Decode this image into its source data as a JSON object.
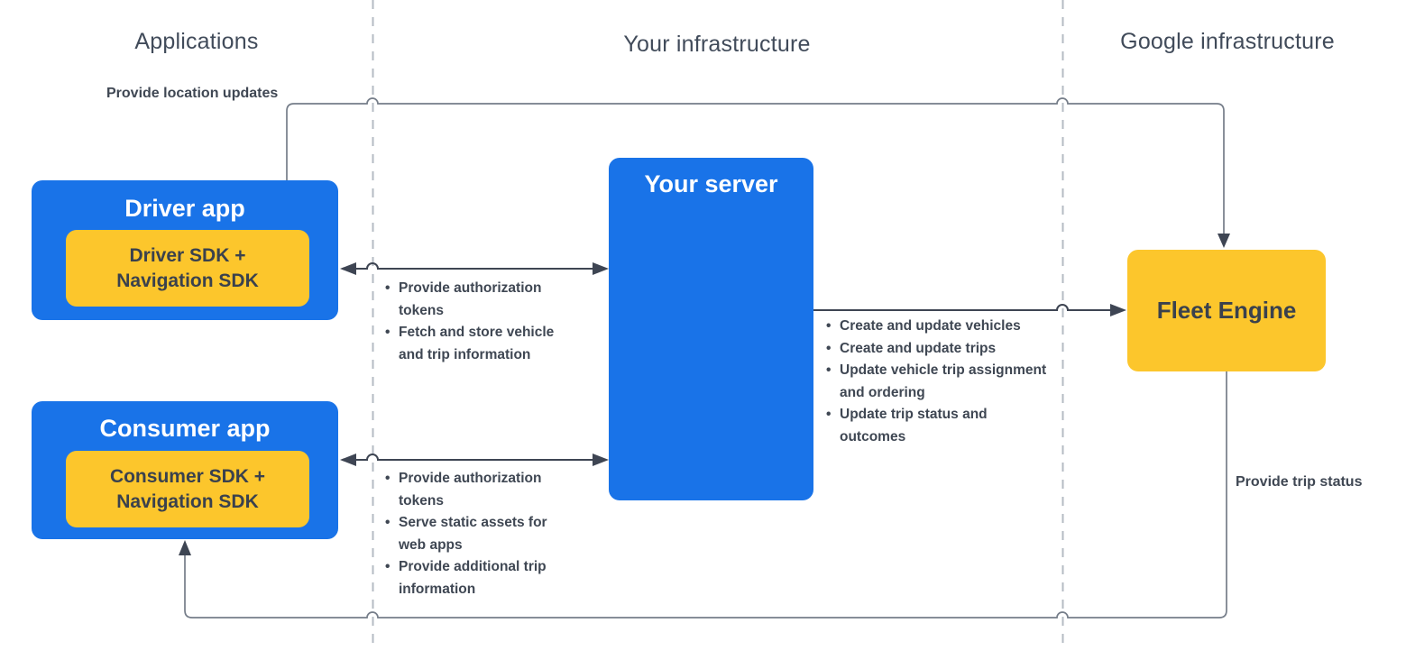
{
  "diagram": {
    "lanes": {
      "applications": {
        "label": "Applications"
      },
      "your_infrastructure": {
        "label": "Your infrastructure"
      },
      "google_infrastructure": {
        "label": "Google infrastructure"
      }
    },
    "nodes": {
      "driver_app": {
        "title": "Driver app",
        "sdk_label": "Driver SDK + Navigation SDK"
      },
      "consumer_app": {
        "title": "Consumer app",
        "sdk_label": "Consumer SDK + Navigation SDK"
      },
      "your_server": {
        "title": "Your server"
      },
      "fleet_engine": {
        "title": "Fleet Engine"
      }
    },
    "edges": {
      "driver_to_fleet": {
        "label": "Provide location updates"
      },
      "fleet_to_consumer": {
        "label": "Provide trip status"
      },
      "driver_and_server": {
        "bullets": [
          "Provide authorization tokens",
          "Fetch and store vehicle and trip information"
        ]
      },
      "consumer_and_server": {
        "bullets": [
          "Provide authorization tokens",
          "Serve static assets for web apps",
          "Provide additional trip information"
        ]
      },
      "server_to_fleet": {
        "bullets": [
          "Create and update vehicles",
          "Create and update trips",
          "Update vehicle trip assignment and ordering",
          "Update trip status and outcomes"
        ]
      }
    },
    "colors": {
      "box_blue": "#1973E8",
      "box_yellow": "#FCC62C",
      "dark_text": "#3A414D",
      "bullet_text": "#3F4753",
      "heading_gray": "#414B5A",
      "connector_gray": "#757D89",
      "arrow_dark": "#3E4553",
      "lane_divider_gray": "#B4BBC3"
    }
  }
}
